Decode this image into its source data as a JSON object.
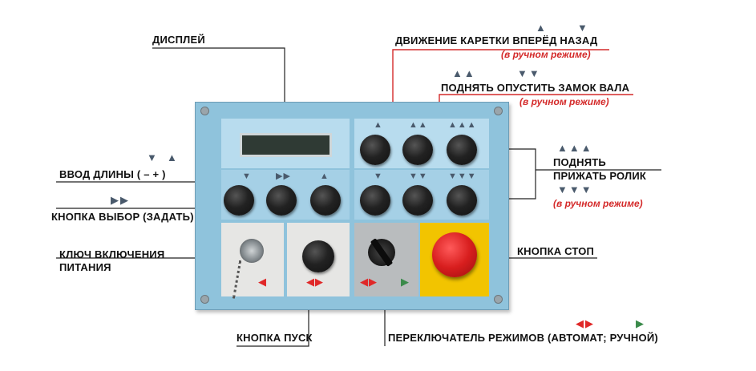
{
  "labels": {
    "display": "ДИСПЛЕЙ",
    "carriage": "ДВИЖЕНИЕ КАРЕТКИ ВПЕРЁД НАЗАД",
    "carriage_note": "(в ручном режиме)",
    "shaft_lock": "ПОДНЯТЬ ОПУСТИТЬ ЗАМОК ВАЛА",
    "shaft_lock_note": "(в ручном режиме)",
    "length_input": "ВВОД ДЛИНЫ ( –     + )",
    "select_button": "КНОПКА ВЫБОР (ЗАДАТЬ)",
    "roller_line1": "ПОДНЯТЬ",
    "roller_line2": "ПРИЖАТЬ РОЛИК",
    "roller_note": "(в ручном режиме)",
    "power_key_line1": "КЛЮЧ ВКЛЮЧЕНИЯ",
    "power_key_line2": "ПИТАНИЯ",
    "stop_button": "КНОПКА  СТОП",
    "start_button": "КНОПКА ПУСК",
    "mode_switch": "ПЕРЕКЛЮЧАТЕЛЬ РЕЖИМОВ (АВТОМАТ; РУЧНОЙ)"
  },
  "icons": {
    "carriage_fwd": "▲",
    "carriage_back": "▼",
    "lock_up": "▲▲",
    "lock_down": "▼▼",
    "length_minus": "▼",
    "length_plus": "▲",
    "select": "▶▶",
    "roller_up": "▲▲▲",
    "roller_down": "▼▼▼",
    "mode_auto": "◀▶",
    "mode_manual": "▶"
  },
  "colors": {
    "panel": "#8fc3dc",
    "accent_red": "#d42a2a",
    "stop_yellow": "#f2c400",
    "stop_red": "#d81e1e"
  }
}
